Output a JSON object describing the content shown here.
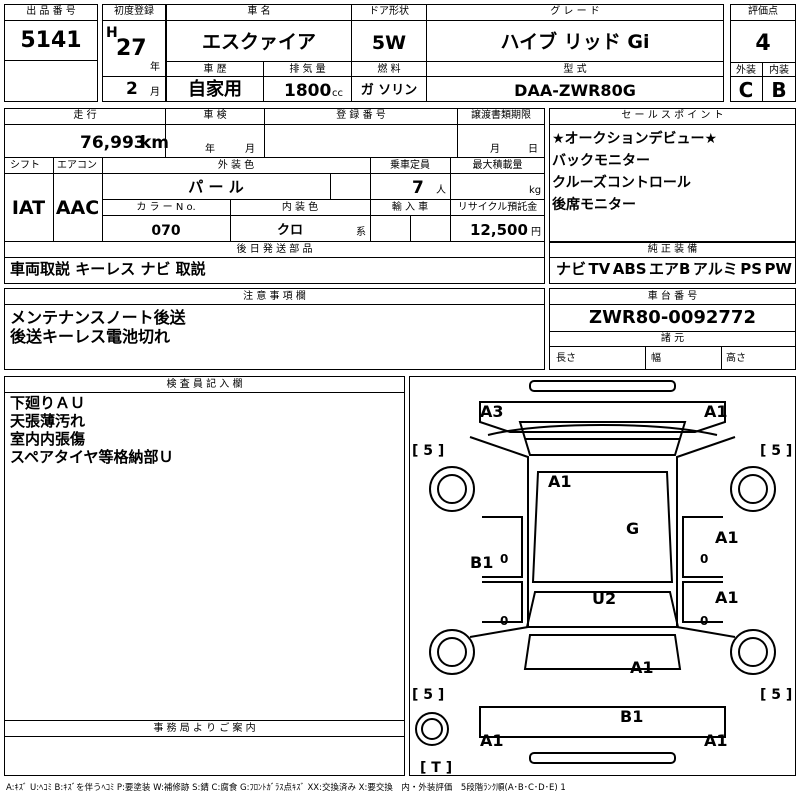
{
  "labels": {
    "lot_no": "出 品 番 号",
    "first_reg": "初度登録",
    "car_name": "車 名",
    "door": "ドア形状",
    "grade": "グ レ ー ド",
    "score": "評価点",
    "history": "車 歴",
    "displacement": "排 気 量",
    "fuel": "燃 料",
    "model": "型 式",
    "ext": "外装",
    "int": "内装",
    "year_unit": "年",
    "month_unit": "月",
    "cc": "cc",
    "mileage": "走 行",
    "inspection": "車 検",
    "reg_no": "登 録 番 号",
    "transfer": "譲渡書類期限",
    "year": "年",
    "month": "月",
    "month2": "月",
    "day": "日",
    "shift": "シフト",
    "ac": "エアコン",
    "color": "外 装 色",
    "capacity": "乗車定員",
    "max_load": "最大積載量",
    "person_unit": "人",
    "kg": "kg",
    "color_no": "カ ラ ー N o.",
    "int_color": "内 装 色",
    "import": "輸 入 車",
    "recycle": "リサイクル預託金",
    "yen": "円",
    "tbl": "系",
    "later": "後 日 発 送 部 品",
    "sales": "セ ー ル ス ポ イ ン ト",
    "equip": "純 正 装 備",
    "notes": "注 意 事 項 欄",
    "chassis": "車 台 番 号",
    "dims": "諸 元",
    "length": "長さ",
    "width": "幅",
    "height": "高さ",
    "inspector": "検 査 員 記 入 欄",
    "office": "事 務 局 よ り ご 案 内"
  },
  "values": {
    "lot_no": "5141",
    "era": "H",
    "year": "27",
    "month": "2",
    "car_name": "エスクァイア",
    "door": "5W",
    "grade": "ハイブ リッド Gi",
    "score": "4",
    "history": "自家用",
    "displacement": "1800",
    "fuel": "ガ ソリン",
    "model": "DAA-ZWR80G",
    "ext_score": "C",
    "int_score": "B",
    "mileage": "76,993",
    "mileage_unit": "km",
    "shift": "IAT",
    "ac": "AAC",
    "color": "パ ー ル",
    "capacity": "7",
    "color_no": "070",
    "int_color": "クロ",
    "recycle": "12,500",
    "later_parts": "車両取説 キーレス ナビ 取説",
    "sales_points": [
      "★オークションデビュー★",
      "バックモニター",
      "クルーズコントロール",
      "後席モニター"
    ],
    "equipment": [
      "ナビ",
      "TV",
      "ABS",
      "エアB",
      "アルミ",
      "PS",
      "PW"
    ],
    "notes": [
      "メンテナンスノート後送",
      "後送キーレス電池切れ"
    ],
    "chassis": "ZWR80-0092772",
    "inspector_notes": [
      "下廻りＡＵ",
      "天張薄汚れ",
      "室内内張傷",
      "スペアタイヤ等格納部Ｕ"
    ],
    "legend": "A:ｷｽﾞ U:ﾍｺﾐ B:ｷｽﾞを伴うﾍｺﾐ P:要塗装 W:補修跡 S:錆 C:腐食 G:ﾌﾛﾝﾄｶﾞﾗｽ点ｷｽﾞ XX:交換済み X:要交換　内・外装評価　5段階ﾗﾝｸ順(A･B･C･D･E) 1"
  },
  "diagram": {
    "marks": {
      "a3": "A3",
      "a1_tr": "A1",
      "a1_roof": "A1",
      "g": "G",
      "b1": "B1",
      "a1_right_front": "A1",
      "u2": "U2",
      "a1_right_rear": "A1",
      "a1_rear": "A1",
      "b1_rear": "B1",
      "a1_bl": "A1",
      "a1_br": "A1"
    },
    "tire_fl": "[ 5 ]",
    "tire_fr": "[ 5 ]",
    "tire_rl": "[ 5 ]",
    "tire_rr": "[ 5 ]",
    "spare": "[ T ]",
    "side_marks": [
      "0",
      "0",
      "0",
      "0"
    ]
  }
}
